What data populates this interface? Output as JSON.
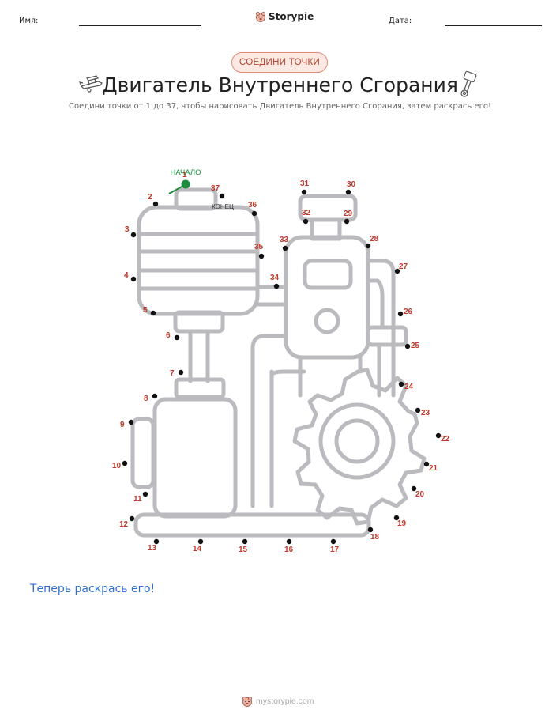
{
  "header": {
    "name_label": "Имя:",
    "date_label": "Дата:",
    "brand": "Storypie"
  },
  "badge": "СОЕДИНИ ТОЧКИ",
  "title": "Двигатель Внутреннего Сгорания",
  "subtitle": "Соедини точки от 1 до 37, чтобы нарисовать Двигатель Внутреннего Сгорания, затем раскрась его!",
  "puzzle": {
    "start_label": "НАЧАЛО",
    "end_label": "КОНЕЦ",
    "label_color": "#c0392b",
    "start_color": "#1e8e3e",
    "outline_color": "#bbbbbf",
    "dots": [
      {
        "n": "1"
      },
      {
        "n": "2"
      },
      {
        "n": "3"
      },
      {
        "n": "4"
      },
      {
        "n": "5"
      },
      {
        "n": "6"
      },
      {
        "n": "7"
      },
      {
        "n": "8"
      },
      {
        "n": "9"
      },
      {
        "n": "10"
      },
      {
        "n": "11"
      },
      {
        "n": "12"
      },
      {
        "n": "13"
      },
      {
        "n": "14"
      },
      {
        "n": "15"
      },
      {
        "n": "16"
      },
      {
        "n": "17"
      },
      {
        "n": "18"
      },
      {
        "n": "19"
      },
      {
        "n": "20"
      },
      {
        "n": "21"
      },
      {
        "n": "22"
      },
      {
        "n": "23"
      },
      {
        "n": "24"
      },
      {
        "n": "25"
      },
      {
        "n": "26"
      },
      {
        "n": "27"
      },
      {
        "n": "28"
      },
      {
        "n": "29"
      },
      {
        "n": "30"
      },
      {
        "n": "31"
      },
      {
        "n": "32"
      },
      {
        "n": "33"
      },
      {
        "n": "34"
      },
      {
        "n": "35"
      },
      {
        "n": "36"
      },
      {
        "n": "37"
      }
    ]
  },
  "instruction": "Теперь раскрась его!",
  "footer": "mystorypie.com"
}
